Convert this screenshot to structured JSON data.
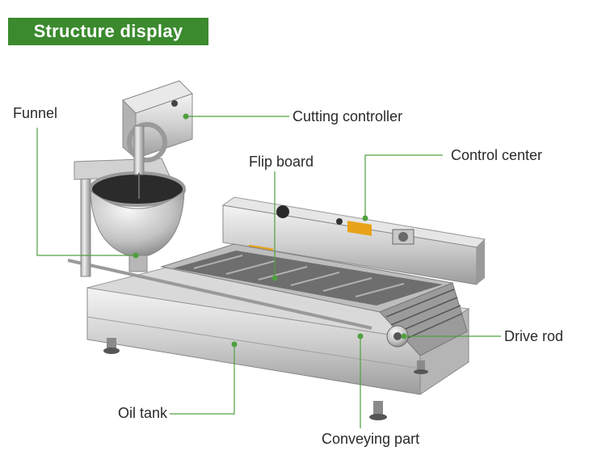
{
  "header": {
    "title": "Structure display"
  },
  "labels": {
    "funnel": "Funnel",
    "cutting_controller": "Cutting controller",
    "flip_board": "Flip board",
    "control_center": "Control center",
    "drive_rod": "Drive rod",
    "oil_tank": "Oil tank",
    "conveying_part": "Conveying part"
  },
  "colors": {
    "accent": "#3b8a2e",
    "leader": "#4fa03e",
    "banner_text": "#ffffff"
  }
}
